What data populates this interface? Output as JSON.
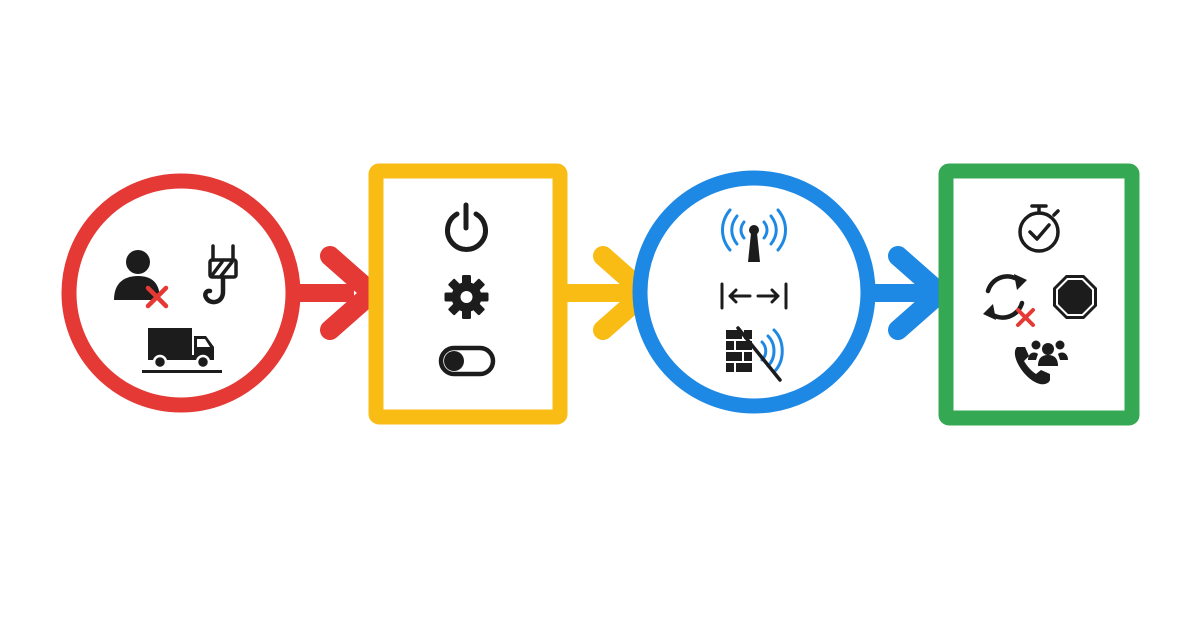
{
  "diagram": {
    "stages": [
      {
        "shape": "circle",
        "color": "#E53935",
        "icons": [
          "person-remove-icon",
          "crane-hook-icon",
          "truck-icon"
        ]
      },
      {
        "shape": "square",
        "color": "#F9BC15",
        "icons": [
          "power-icon",
          "gear-icon",
          "toggle-switch-icon"
        ]
      },
      {
        "shape": "circle",
        "color": "#1E88E5",
        "icons": [
          "radio-tower-icon",
          "distance-arrows-icon",
          "signal-blocked-wall-icon"
        ]
      },
      {
        "shape": "square",
        "color": "#34A853",
        "icons": [
          "stopwatch-check-icon",
          "sync-cancel-icon",
          "stop-sign-icon",
          "phone-contacts-icon"
        ]
      }
    ],
    "arrows": [
      {
        "color": "#E53935"
      },
      {
        "color": "#F9BC15"
      },
      {
        "color": "#1E88E5"
      }
    ],
    "icon_color": "#1C1C1C",
    "alert_color": "#E53935",
    "signal_color": "#1E88E5"
  }
}
